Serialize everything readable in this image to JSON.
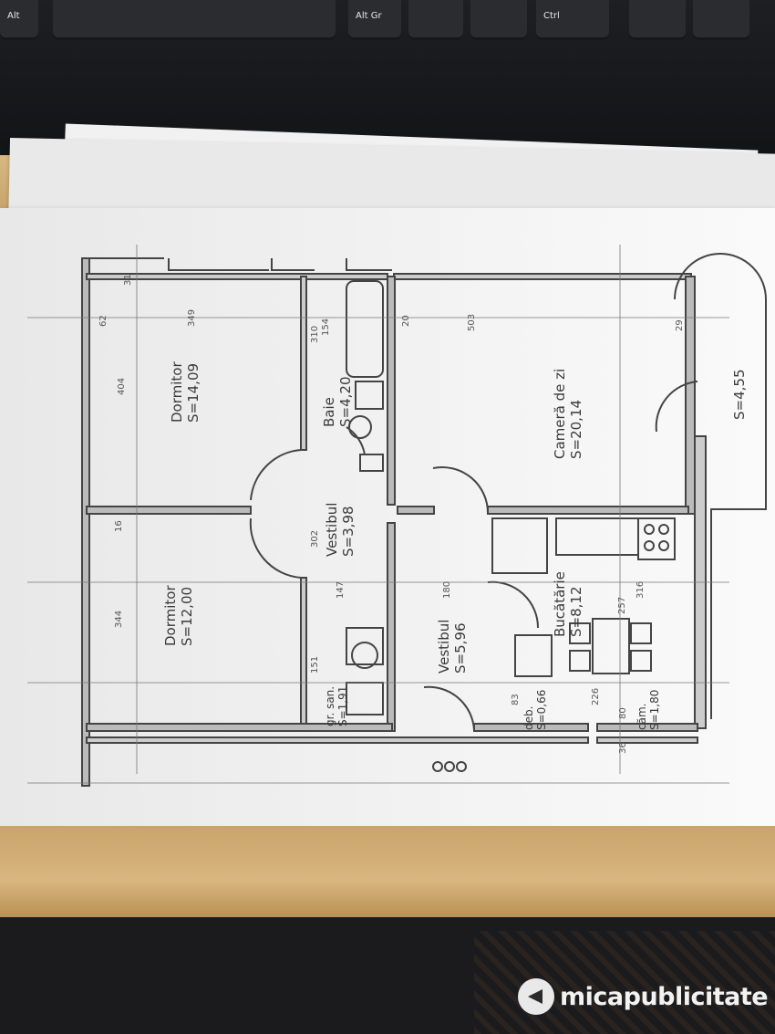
{
  "keyboard": {
    "keys": [
      "Alt",
      "Alt Gr",
      "Ctrl"
    ]
  },
  "plan": {
    "rooms": [
      {
        "name": "Dormitor",
        "area": "S=14,09"
      },
      {
        "name": "Dormitor",
        "area": "S=12,00"
      },
      {
        "name": "Baie",
        "area": "S=4,20"
      },
      {
        "name": "Vestibul",
        "area": "S=3,98"
      },
      {
        "name": "Vestibul",
        "area": "S=5,96"
      },
      {
        "name": "Cameră de zi",
        "area": "S=20,14"
      },
      {
        "name": "Bucătărie",
        "area": "S=8,12"
      },
      {
        "name": "gr. san.",
        "area": "S=1,91"
      },
      {
        "name": "deb.",
        "area": "S=0,66"
      },
      {
        "name": "căm.",
        "area": "S=1,80"
      },
      {
        "name": "",
        "area": "S=4,55"
      }
    ],
    "dimensions": [
      "31",
      "62",
      "349",
      "404",
      "16",
      "344",
      "310",
      "154",
      "302",
      "147",
      "20",
      "503",
      "180",
      "257",
      "316",
      "226",
      "80",
      "83",
      "151",
      "29",
      "36"
    ]
  },
  "watermark": {
    "brand": "micapublicitate"
  }
}
